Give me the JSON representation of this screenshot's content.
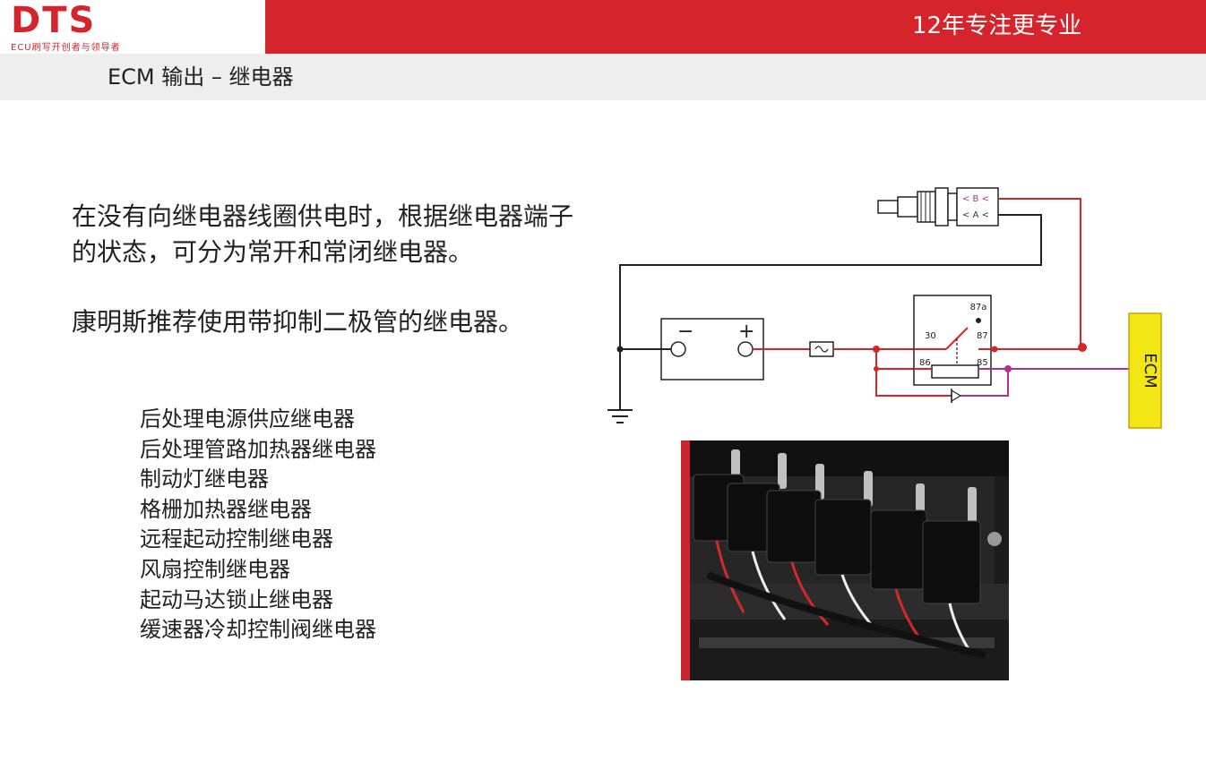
{
  "header": {
    "logo": "DTS",
    "logo_tagline": "ECU刷写开创者与领导者",
    "slogan": "12年专注更专业",
    "brand_red": "#d5242b"
  },
  "page": {
    "title": "ECM 输出 – 继电器"
  },
  "content": {
    "paragraph1": "在没有向继电器线圈供电时，根据继电器端子的状态，可分为常开和常闭继电器。",
    "paragraph2": "康明斯推荐使用带抑制二极管的继电器。",
    "relay_list": [
      "后处理电源供应继电器",
      "后处理管路加热器继电器",
      "制动灯继电器",
      "格栅加热器继电器",
      "远程起动控制继电器",
      "风扇控制继电器",
      "起动马达锁止继电器",
      "缓速器冷却控制阀继电器"
    ]
  },
  "diagram": {
    "battery_minus": "−",
    "battery_plus": "+",
    "pin_87a": "87a",
    "pin_30": "30",
    "pin_87": "87",
    "pin_86": "86",
    "pin_85": "85",
    "connector_b": "< B <",
    "connector_a": "< A <",
    "ecm_label": "ECM",
    "wire_red": "#d5242b",
    "wire_magenta": "#b0308a",
    "ecm_yellow": "#f2e614"
  },
  "photo": {
    "subject": "relay-bank-photo"
  }
}
